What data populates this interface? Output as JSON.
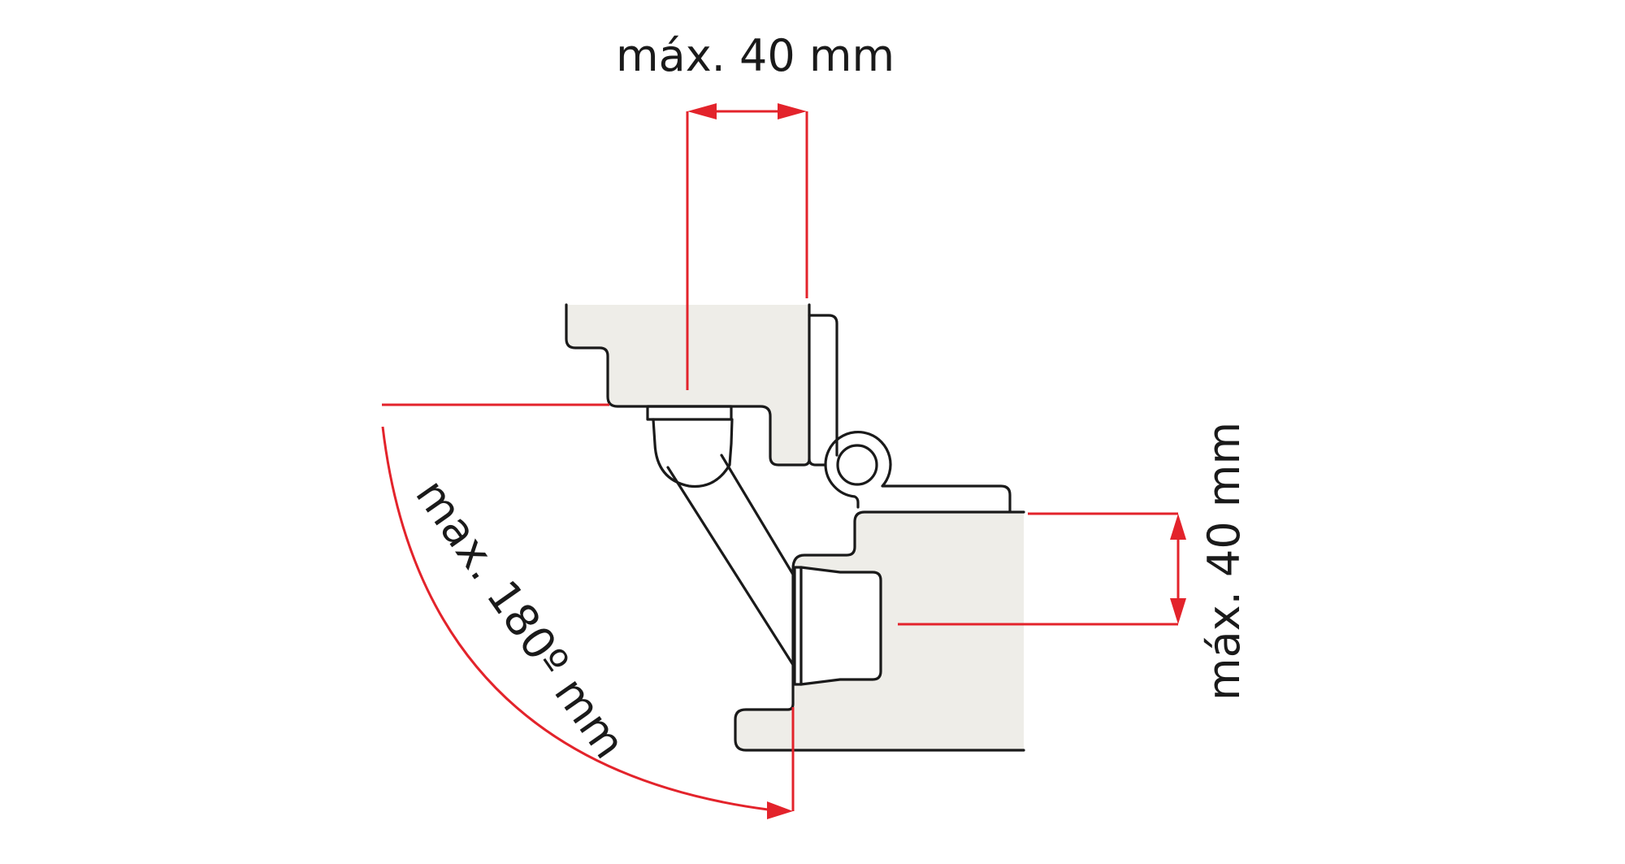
{
  "diagram": {
    "subject": "concealed hinge cross-section with opening dimensions",
    "labels": {
      "top_width": "máx. 40 mm",
      "right_height": "máx. 40 mm",
      "opening_angle": "max. 180º mm"
    },
    "colors": {
      "dimension_lines": "#e3232b",
      "panel_fill": "#eeede8",
      "outline": "#1a1a1a",
      "background": "#ffffff"
    }
  }
}
